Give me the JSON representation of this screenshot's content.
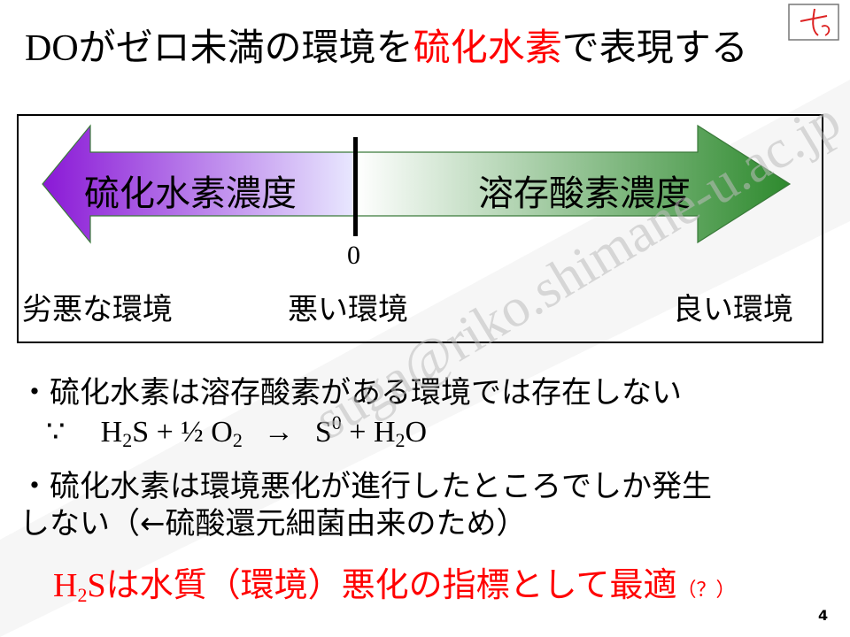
{
  "title": {
    "part1": "DO",
    "part2": "がゼロ未満の環境を",
    "highlight": "硫化水素",
    "part3": "で表現する"
  },
  "colors": {
    "accent_red": "#ff0000",
    "arrow_left": "#8a18d6",
    "arrow_right": "#2e8a2e"
  },
  "diagram": {
    "left_label": "硫化水素濃度",
    "right_label": "溶存酸素濃度",
    "zero": "0",
    "env_worst": "劣悪な環境",
    "env_bad": "悪い環境",
    "env_good": "良い環境"
  },
  "bullets": {
    "b1": "・硫化水素は溶存酸素がある環境では存在しない",
    "b2a": "・硫化水素は環境悪化が進行したところでしか発生",
    "b2b": "しない（←硫酸還元細菌由来のため）"
  },
  "equation": {
    "because": "∵",
    "h": "H",
    "h_sub": "2",
    "s_plus": "S + ½ O",
    "o_sub": "2",
    "arrow": "→",
    "s": "S",
    "s_sup": "0",
    "plus_h": " + H",
    "h2_sub": "2",
    "o": "O"
  },
  "conclusion": {
    "h": "H",
    "sub": "2",
    "s": "S",
    "text": "は水質（環境）悪化の指標として最適",
    "question": "（？）"
  },
  "page_number": "4",
  "watermark": "suga@riko.shimane-u.ac.jp",
  "logo_icon": "signature-logo-icon"
}
